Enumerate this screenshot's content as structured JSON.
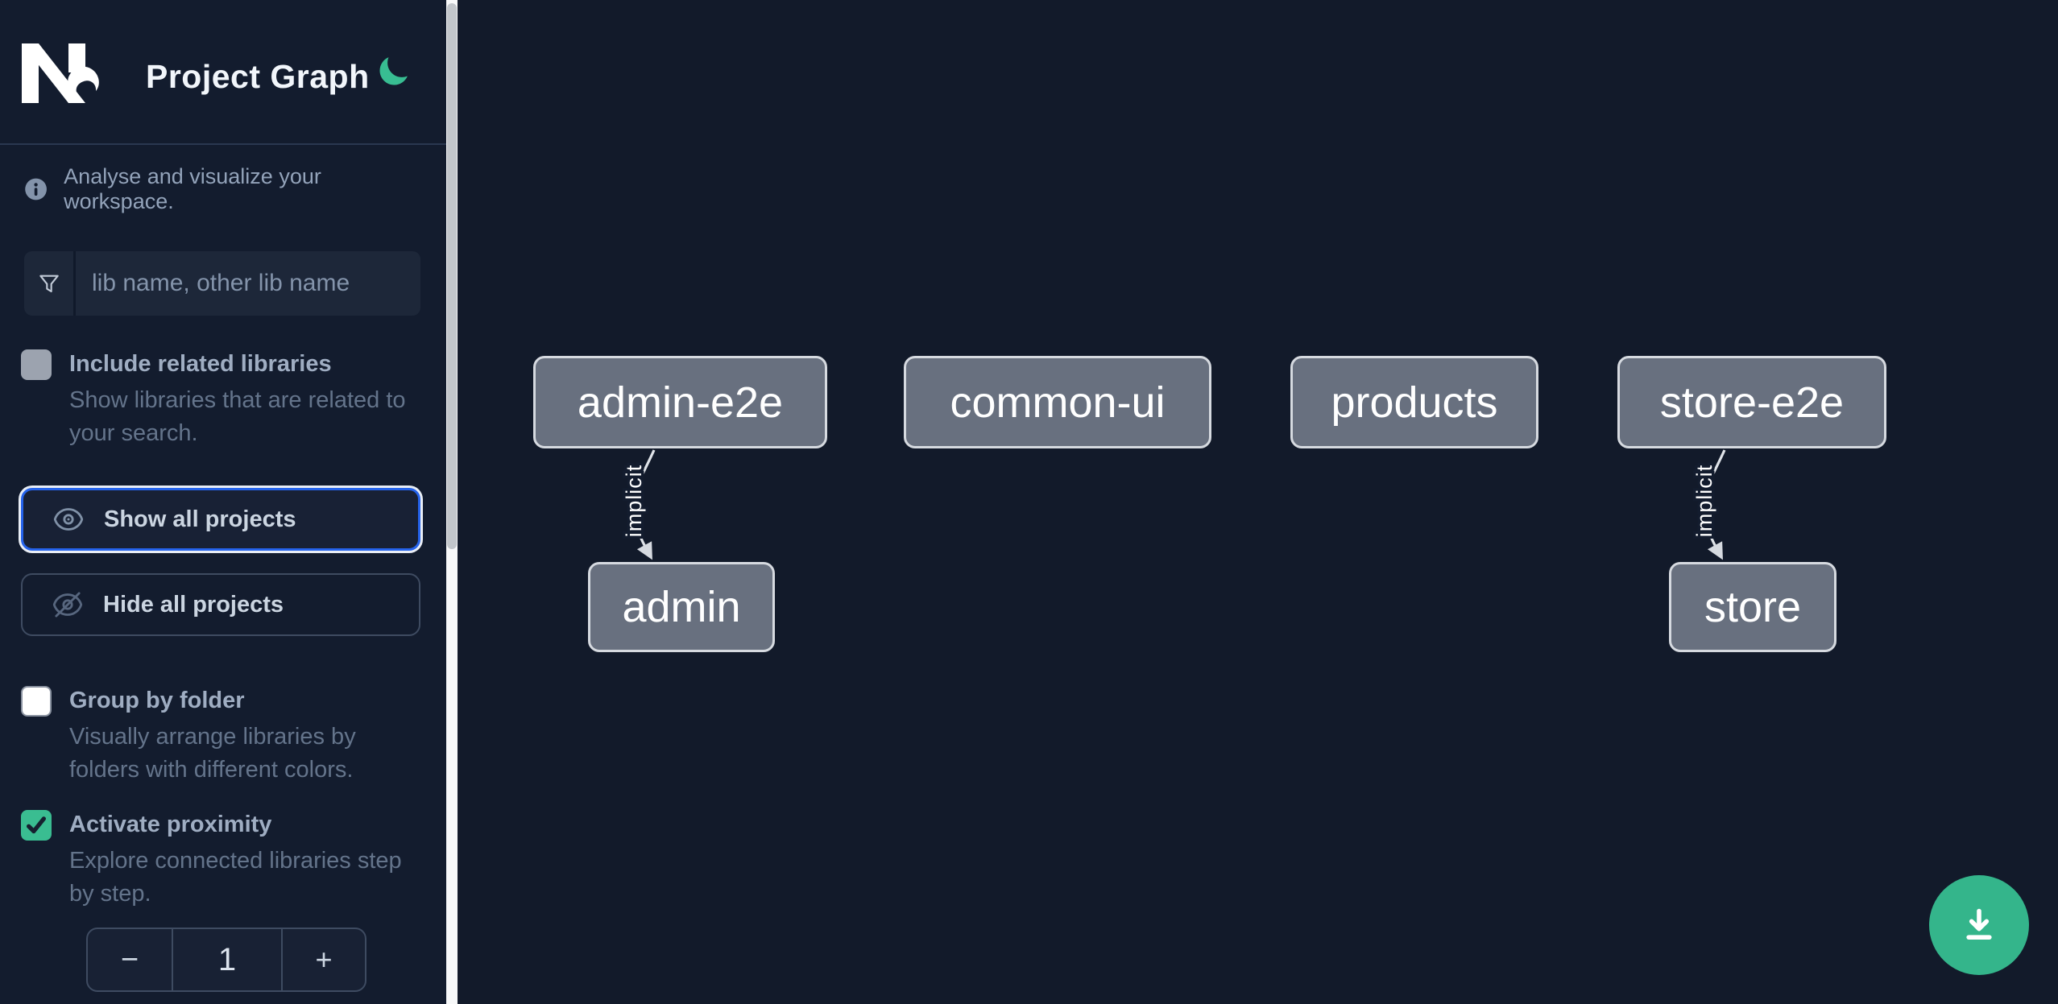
{
  "header": {
    "app_title": "Project Graph"
  },
  "sidebar": {
    "tagline": "Analyse and visualize your workspace.",
    "search_placeholder": "lib name, other lib name",
    "include_related": {
      "label": "Include related libraries",
      "description": "Show libraries that are related to your search.",
      "checked": false
    },
    "show_all_label": "Show all projects",
    "hide_all_label": "Hide all projects",
    "group_by_folder": {
      "label": "Group by folder",
      "description": "Visually arrange libraries by folders with different colors.",
      "checked": false
    },
    "activate_proximity": {
      "label": "Activate proximity",
      "description": "Explore connected libraries step by step.",
      "checked": true
    },
    "proximity_stepper": {
      "decrement_label": "−",
      "value": "1",
      "increment_label": "+"
    }
  },
  "graph": {
    "nodes": [
      {
        "label": "admin-e2e"
      },
      {
        "label": "common-ui"
      },
      {
        "label": "products"
      },
      {
        "label": "store-e2e"
      },
      {
        "label": "admin"
      },
      {
        "label": "store"
      }
    ],
    "edges": [
      {
        "source": "admin-e2e",
        "target": "admin",
        "label": "implicit"
      },
      {
        "source": "store-e2e",
        "target": "store",
        "label": "implicit"
      }
    ]
  },
  "icons": {
    "logo": "nx-logo",
    "theme": "moon-icon",
    "intro": "info-circle-icon",
    "filter": "funnel-icon",
    "show": "eye-icon",
    "hide": "eye-slash-icon",
    "download": "download-icon"
  },
  "colors": {
    "sidebar_bg": "#131c2e",
    "canvas_bg": "#121a2a",
    "accent_blue": "#2563eb",
    "brand_green_moon": "#38bd92",
    "checkbox_green": "#3abd91",
    "fab_green": "#34b58b",
    "node_fill": "#68707f",
    "node_border": "#d6dae0",
    "edge_color": "#dfe3e8"
  }
}
